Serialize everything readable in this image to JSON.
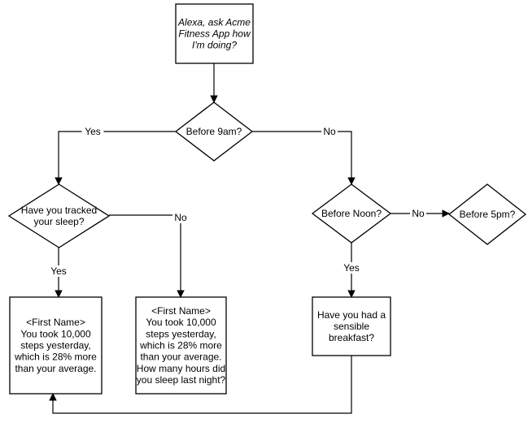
{
  "diagram": {
    "type": "flowchart",
    "nodes": {
      "start": {
        "shape": "rect",
        "lines": [
          "Alexa, ask Acme",
          "Fitness App how",
          "I'm doing?"
        ],
        "italic": true
      },
      "before9": {
        "shape": "diamond",
        "lines": [
          "Before 9am?"
        ]
      },
      "tracked": {
        "shape": "diamond",
        "lines": [
          "Have you tracked",
          "your sleep?"
        ]
      },
      "beforeNoon": {
        "shape": "diamond",
        "lines": [
          "Before Noon?"
        ]
      },
      "before5": {
        "shape": "diamond",
        "lines": [
          "Before 5pm?"
        ]
      },
      "msgYes": {
        "shape": "rect",
        "lines": [
          "<First Name>",
          "You took 10,000",
          "steps yesterday,",
          "which is 28% more",
          "than your average."
        ]
      },
      "msgNo": {
        "shape": "rect",
        "lines": [
          "<First Name>",
          "You took 10,000",
          "steps yesterday,",
          "which is 28% more",
          "than your average.",
          "How many hours did",
          "you sleep last night?"
        ]
      },
      "breakfast": {
        "shape": "rect",
        "lines": [
          "Have you had a",
          "sensible",
          "breakfast?"
        ]
      }
    },
    "edges": [
      {
        "from": "start",
        "to": "before9",
        "label": ""
      },
      {
        "from": "before9",
        "to": "tracked",
        "label": "Yes"
      },
      {
        "from": "before9",
        "to": "beforeNoon",
        "label": "No"
      },
      {
        "from": "tracked",
        "to": "msgYes",
        "label": "Yes"
      },
      {
        "from": "tracked",
        "to": "msgNo",
        "label": "No"
      },
      {
        "from": "beforeNoon",
        "to": "before5",
        "label": "No"
      },
      {
        "from": "beforeNoon",
        "to": "breakfast",
        "label": "Yes"
      },
      {
        "from": "breakfast",
        "to": "msgYes",
        "label": ""
      }
    ]
  }
}
